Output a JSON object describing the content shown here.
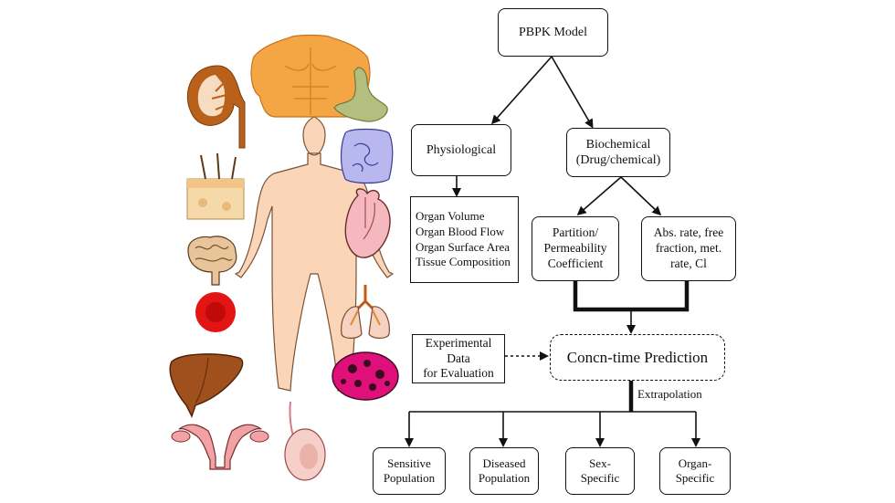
{
  "diagram": {
    "root": "PBPK Model",
    "physiological": {
      "title": "Physiological",
      "details": "Organ Volume\nOrgan Blood Flow\nOrgan  Surface Area\nTissue Composition"
    },
    "biochemical": {
      "title": "Biochemical\n(Drug/chemical)",
      "partition": "Partition/\nPermeability\nCoefficient",
      "rates": "Abs. rate, free\nfraction, met.\nrate, Cl"
    },
    "experimental": "Experimental\nData\nfor Evaluation",
    "prediction": "Concn-time Prediction",
    "extrapolation_label": "Extrapolation",
    "outcomes": [
      "Sensitive\nPopulation",
      "Diseased\nPopulation",
      "Sex-\nSpecific",
      "Organ-\nSpecific"
    ]
  },
  "illustrations": [
    "kidney-icon",
    "torso-muscles-icon",
    "stomach-icon",
    "intestines-icon",
    "skin-icon",
    "heart-icon",
    "brain-icon",
    "lungs-icon",
    "blood-cell-icon",
    "tumor-icon",
    "liver-icon",
    "uterus-icon",
    "testis-icon",
    "human-body-icon"
  ]
}
